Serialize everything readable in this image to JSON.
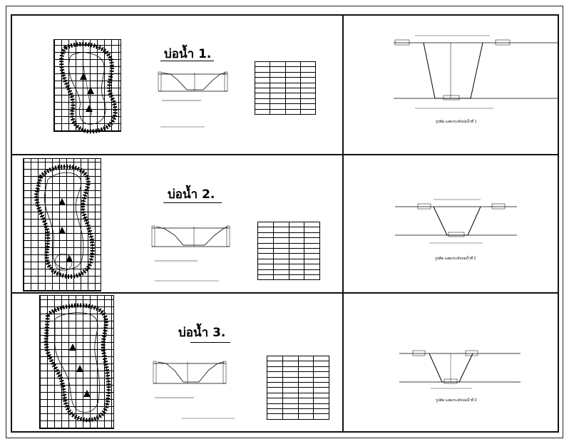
{
  "ponds": [
    {
      "title": "บ่อน้ำ 1.",
      "section_caption": "รูปตัด แสดงระดับบ่อน้ำที่ 1"
    },
    {
      "title": "บ่อน้ำ 2.",
      "section_caption": "รูปตัด แสดงระดับบ่อน้ำที่ 2"
    },
    {
      "title": "บ่อน้ำ 3.",
      "section_caption": "รูปตัด แสดงระดับบ่อน้ำที่ 3"
    }
  ]
}
